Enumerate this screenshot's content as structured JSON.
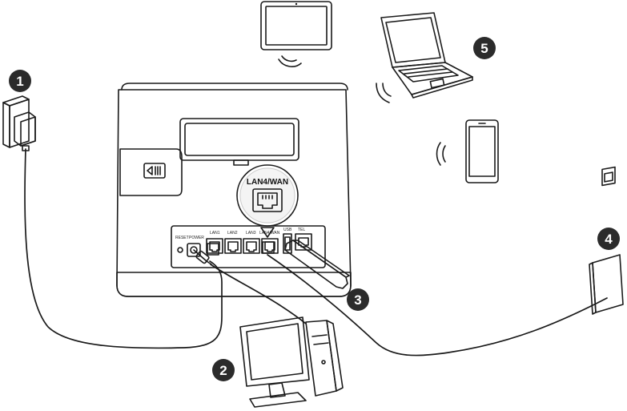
{
  "diagram": {
    "port_labels": {
      "reset": "RESET",
      "power": "POWER",
      "lan1": "LAN1",
      "lan2": "LAN2",
      "lan3": "LAN3",
      "lan4wan": "LAN4/WAN",
      "usb": "USB",
      "tel": "TEL"
    },
    "callout_label": "LAN4/WAN",
    "badges": [
      "1",
      "2",
      "3",
      "4",
      "5"
    ],
    "colors": {
      "line": "#1a1a1a",
      "badge": "#2b2b2b",
      "router_fill": "#ffffff",
      "panel": "#f2f2f2"
    }
  }
}
